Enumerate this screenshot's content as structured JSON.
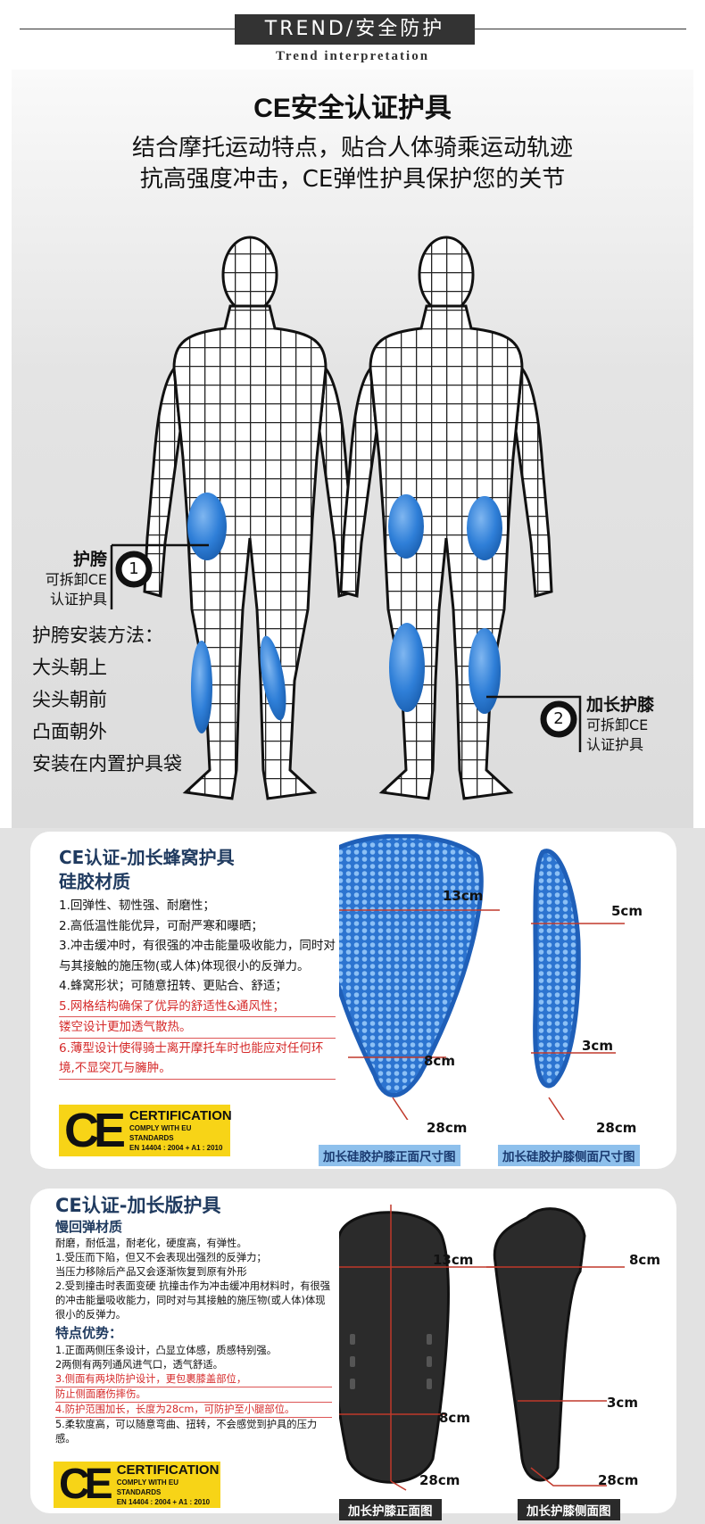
{
  "header": {
    "badge": "TREND/安全防护",
    "subtitle": "Trend interpretation"
  },
  "hero": {
    "title": "CE安全认证护具",
    "lines": [
      "结合摩托运动特点，贴合人体骑乘运动轨迹",
      "抗高强度冲击，CE弹性护具保护您的关节"
    ]
  },
  "callouts": {
    "hip": {
      "number": "1",
      "title": "护胯",
      "lines": [
        "可拆卸CE",
        "认证护具"
      ]
    },
    "knee": {
      "number": "2",
      "title": "加长护膝",
      "lines": [
        "可拆卸CE",
        "认证护具"
      ]
    }
  },
  "install": {
    "title": "护胯安装方法：",
    "steps": [
      "大头朝上",
      "尖头朝前",
      "凸面朝外",
      "安装在内置护具袋"
    ]
  },
  "colors": {
    "pad_blue": "#2f7fd8",
    "title_navy": "#1f3a5f",
    "highlight_red": "#d52a2a",
    "ce_yellow": "#f7d417"
  },
  "card1": {
    "title": "CE认证-加长蜂窝护具",
    "subtitle": "硅胶材质",
    "items": [
      "1.回弹性、韧性强、耐磨性；",
      "2.高低温性能优异，可耐严寒和曝晒；",
      "3.冲击缓冲时，有很强的冲击能量吸收能力，同时对与其接触的施压物(或人体)体现很小的反弹力。",
      "4.蜂窝形状；可随意扭转、更贴合、舒适；"
    ],
    "highlights": [
      "5.网格结构确保了优异的舒适性&通风性；",
      "镂空设计更加透气散热。",
      "6.薄型设计使得骑士离开摩托车时也能应对任何环境,不显突兀与臃肿。"
    ],
    "ce": {
      "mark": "CE",
      "title": "CERTIFICATION",
      "line1": "COMPLY WITH EU STANDARDS",
      "line2": "EN 14404 : 2004 + A1 : 2010"
    },
    "front_dims": {
      "width_top": "13cm",
      "width_bottom": "8cm",
      "length": "28cm"
    },
    "side_dims": {
      "depth_top": "5cm",
      "depth_bottom": "3cm",
      "length": "28cm"
    },
    "captions": [
      "加长硅胶护膝正面尺寸图",
      "加长硅胶护膝侧面尺寸图"
    ]
  },
  "card2": {
    "title": "CE认证-加长版护具",
    "material": "慢回弹材质",
    "material_lines": [
      "耐磨，耐低温，耐老化，硬度高，有弹性。",
      "1.受压而下陷，但又不会表现出强烈的反弹力；",
      "当压力移除后产品又会逐渐恢复到原有外形",
      "2.受到撞击时表面变硬 抗撞击作为冲击缓冲用材料时，有很强的冲击能量吸收能力，同时对与其接触的施压物(或人体)体现很小的反弹力。"
    ],
    "features_title": "特点优势：",
    "features": [
      "1.正面两侧压条设计，凸显立体感，质感特别强。",
      "2两侧有两列通风进气口，透气舒适。"
    ],
    "feature_highlights": [
      "3.侧面有两块防护设计，更包裹膝盖部位，",
      "防止侧面磨伤摔伤。",
      "4.防护范围加长，长度为28cm，可防护至小腿部位。"
    ],
    "features_end": "5.柔软度高，可以随意弯曲、扭转，不会感觉到护具的压力感。",
    "ce": {
      "mark": "CE",
      "title": "CERTIFICATION",
      "line1": "COMPLY WITH EU STANDARDS",
      "line2": "EN 14404 : 2004 + A1 : 2010"
    },
    "front_dims": {
      "width_top": "13cm",
      "width_bottom": "8cm",
      "length": "28cm"
    },
    "side_dims": {
      "depth_top": "8cm",
      "depth_bottom": "3cm",
      "length": "28cm"
    },
    "captions": [
      "加长护膝正面图",
      "加长护膝侧面图"
    ]
  }
}
